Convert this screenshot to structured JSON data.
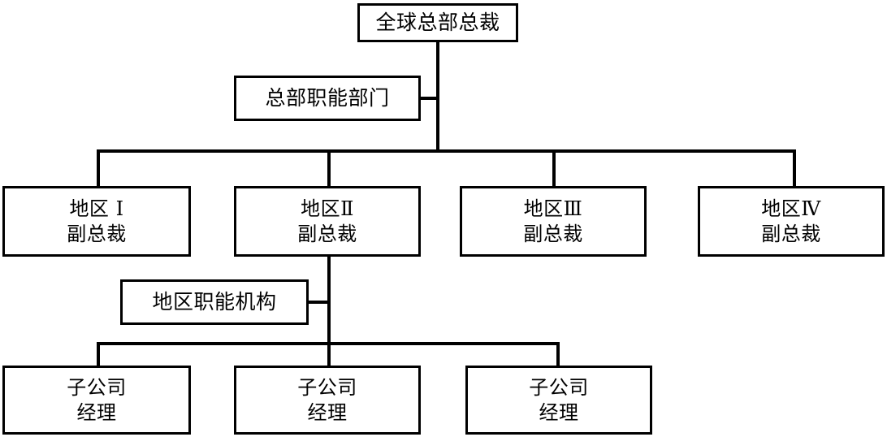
{
  "diagram": {
    "type": "organizational-chart",
    "title_text": "",
    "line_color": "#000000",
    "box_border_color": "#000000",
    "box_fill_color": "#ffffff",
    "background_color": "#ffffff",
    "nodes": {
      "ceo": {
        "label_line1": "全球总部总裁",
        "level": 0
      },
      "hq_staff": {
        "label_line1": "总部职能部门",
        "level": 1
      },
      "region_1": {
        "label_line1": "地区 Ⅰ",
        "label_line2": "副总裁",
        "level": 2
      },
      "region_2": {
        "label_line1": "地区Ⅱ",
        "label_line2": "副总裁",
        "level": 2
      },
      "region_3": {
        "label_line1": "地区Ⅲ",
        "label_line2": "副总裁",
        "level": 2
      },
      "region_4": {
        "label_line1": "地区Ⅳ",
        "label_line2": "副总裁",
        "level": 2
      },
      "region_staff": {
        "label_line1": "地区职能机构",
        "level": 3
      },
      "subsidiary_1": {
        "label_line1": "子公司",
        "label_line2": "经理",
        "level": 4
      },
      "subsidiary_2": {
        "label_line1": "子公司",
        "label_line2": "经理",
        "level": 4
      },
      "subsidiary_3": {
        "label_line1": "子公司",
        "label_line2": "经理",
        "level": 4
      }
    }
  }
}
